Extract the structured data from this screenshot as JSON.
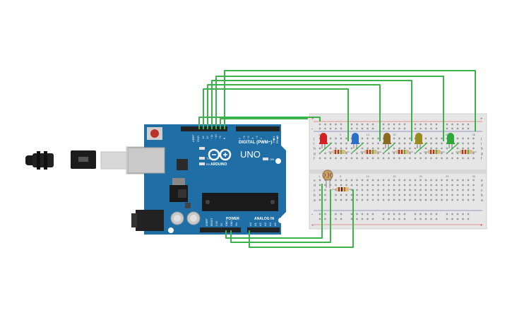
{
  "arduino": {
    "brand": "ARDUINO",
    "model": "UNO",
    "digital_header": "DIGITAL (PWM~)",
    "power_header": "POWER",
    "analog_header": "ANALOG IN",
    "on_label": "ON",
    "tx_label": "TX",
    "rx_label": "RX",
    "aref_label": "AREF",
    "gnd_label": "GND",
    "tx1_label": "TX▶1",
    "rx0_label": "RX◀0",
    "digital_pins": [
      "13",
      "12",
      "~11",
      "~10",
      "~9",
      "8",
      "7",
      "~6",
      "~5",
      "4",
      "~3",
      "2"
    ],
    "power_pins": [
      "IOREF",
      "RESET",
      "3.3V",
      "5V",
      "GND",
      "GND",
      "Vin"
    ],
    "analog_pins": [
      "A0",
      "A1",
      "A2",
      "A3",
      "A4",
      "A5"
    ]
  },
  "breadboard": {
    "row_letters_top": [
      "j",
      "i",
      "h",
      "g",
      "f"
    ],
    "row_letters_bottom": [
      "e",
      "d",
      "c",
      "b",
      "a"
    ],
    "plus": "+",
    "minus": "-",
    "col_numbers": [
      "1",
      "5",
      "10",
      "15",
      "20",
      "25",
      "30"
    ]
  },
  "leds": [
    {
      "color": "#d42020"
    },
    {
      "color": "#2a6fc9"
    },
    {
      "color": "#8a6a1e"
    },
    {
      "color": "#9a8a1e"
    },
    {
      "color": "#2fa83a"
    }
  ],
  "wire_color": "#3cb34a"
}
